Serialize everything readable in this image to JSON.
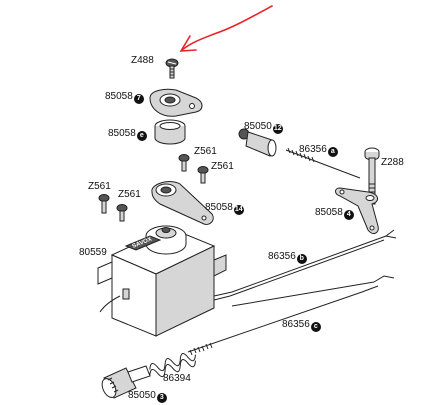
{
  "annotation": {
    "arrow_color": "#e8232a"
  },
  "labels": {
    "z488": "Z488",
    "p85058_7": {
      "code": "85058",
      "badge": "7"
    },
    "p85058_e": {
      "code": "85058",
      "badge": "e"
    },
    "z561_a": "Z561",
    "z561_b": "Z561",
    "z561_c": "Z561",
    "z561_d": "Z561",
    "p85058_14": {
      "code": "85058",
      "badge": "14"
    },
    "p80559": "80559",
    "p85050_12": {
      "code": "85050",
      "badge": "12"
    },
    "p86356_a": {
      "code": "86356",
      "badge": "a"
    },
    "z288": "Z288",
    "p85058_4": {
      "code": "85058",
      "badge": "4"
    },
    "p86356_b": {
      "code": "86356",
      "badge": "b"
    },
    "p86356_c": {
      "code": "86356",
      "badge": "c"
    },
    "p86394": "86394",
    "p85050_3": {
      "code": "85050",
      "badge": "3"
    }
  },
  "servo_marking": "SAVOX"
}
